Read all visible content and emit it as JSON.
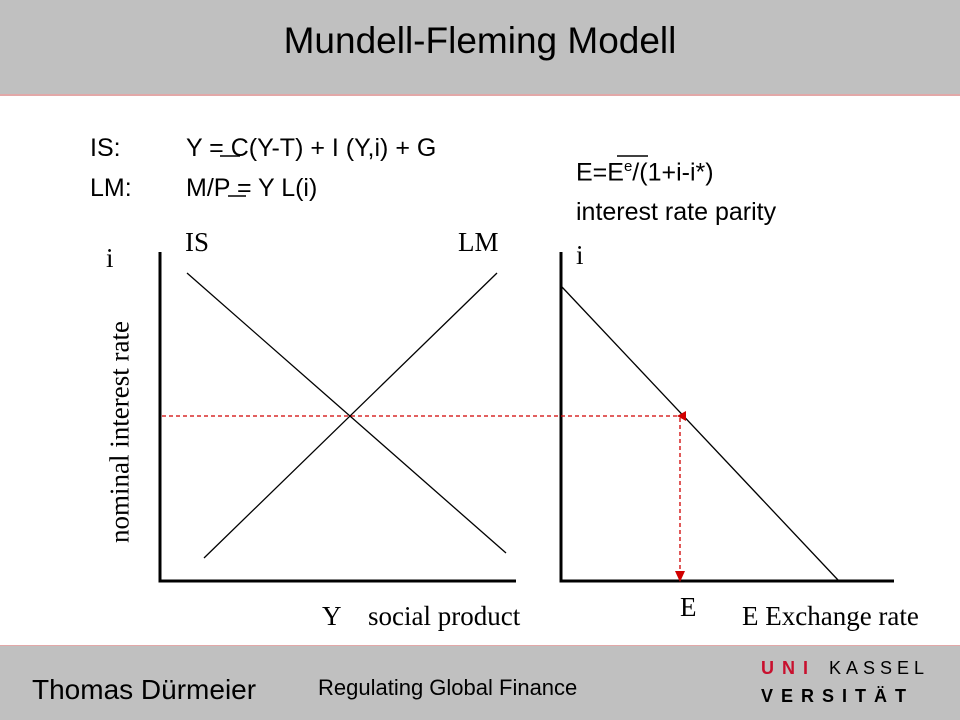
{
  "header": {
    "title": "Mundell-Fleming Modell"
  },
  "equations": {
    "is_label": "IS:",
    "is_formula": "Y = C(Y-T) + I (Y,i) + G",
    "lm_label": "LM:",
    "lm_formula": "M/P = Y L(i)",
    "parity_formula_pre": "E=E",
    "parity_formula_sup": "e",
    "parity_formula_post": "/(1+i-i*)",
    "parity_caption": "interest rate parity"
  },
  "left_diagram": {
    "y_axis_symbol": "i",
    "y_axis_label": "nominal interest rate",
    "x_axis_symbol": "Y",
    "x_axis_label": "social product",
    "curve_is_label": "IS",
    "curve_lm_label": "LM"
  },
  "right_diagram": {
    "y_axis_symbol": "i",
    "x_axis_label": "E Exchange rate",
    "equilibrium_label": "E"
  },
  "colors": {
    "guide_line": "#d00000",
    "header_bg": "#c0c0c0",
    "logo_accent": "#c8102e"
  },
  "footer": {
    "author": "Thomas Dürmeier",
    "course": "Regulating Global Finance",
    "logo_line1_accent": "UNI",
    "logo_line1_rest": "KASSEL",
    "logo_line2": "VERSITÄT"
  }
}
